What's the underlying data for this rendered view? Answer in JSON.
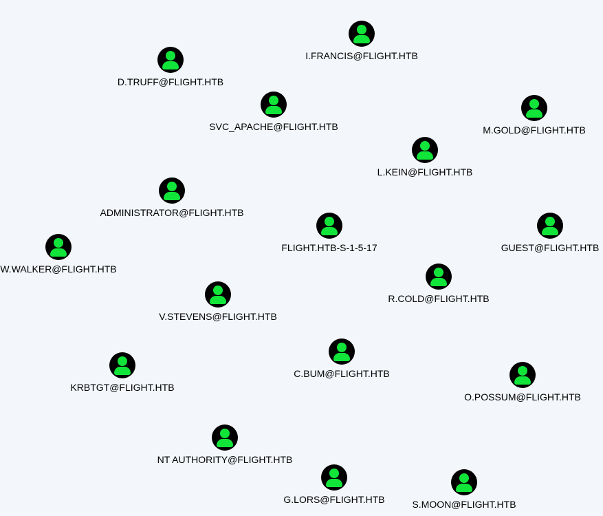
{
  "graph": {
    "icon_color": "#000000",
    "icon_accent": "#12e53a",
    "nodes": [
      {
        "id": "ifrancis",
        "label": "I.FRANCIS@FLIGHT.HTB",
        "icon": "user-icon"
      },
      {
        "id": "dtruff",
        "label": "D.TRUFF@FLIGHT.HTB",
        "icon": "user-icon"
      },
      {
        "id": "svcapache",
        "label": "SVC_APACHE@FLIGHT.HTB",
        "icon": "user-icon"
      },
      {
        "id": "mgold",
        "label": "M.GOLD@FLIGHT.HTB",
        "icon": "user-icon"
      },
      {
        "id": "lkein",
        "label": "L.KEIN@FLIGHT.HTB",
        "icon": "user-icon"
      },
      {
        "id": "administrator",
        "label": "ADMINISTRATOR@FLIGHT.HTB",
        "icon": "user-icon"
      },
      {
        "id": "sid",
        "label": "FLIGHT.HTB-S-1-5-17",
        "icon": "user-icon"
      },
      {
        "id": "guest",
        "label": "GUEST@FLIGHT.HTB",
        "icon": "user-icon"
      },
      {
        "id": "wwalker",
        "label": "W.WALKER@FLIGHT.HTB",
        "icon": "user-icon"
      },
      {
        "id": "rcold",
        "label": "R.COLD@FLIGHT.HTB",
        "icon": "user-icon"
      },
      {
        "id": "vstevens",
        "label": "V.STEVENS@FLIGHT.HTB",
        "icon": "user-icon"
      },
      {
        "id": "krbtgt",
        "label": "KRBTGT@FLIGHT.HTB",
        "icon": "user-icon"
      },
      {
        "id": "cbum",
        "label": "C.BUM@FLIGHT.HTB",
        "icon": "user-icon"
      },
      {
        "id": "opossum",
        "label": "O.POSSUM@FLIGHT.HTB",
        "icon": "user-icon"
      },
      {
        "id": "ntauthority",
        "label": "NT AUTHORITY@FLIGHT.HTB",
        "icon": "user-icon"
      },
      {
        "id": "glors",
        "label": "G.LORS@FLIGHT.HTB",
        "icon": "user-icon"
      },
      {
        "id": "smoon",
        "label": "S.MOON@FLIGHT.HTB",
        "icon": "user-icon"
      }
    ]
  }
}
